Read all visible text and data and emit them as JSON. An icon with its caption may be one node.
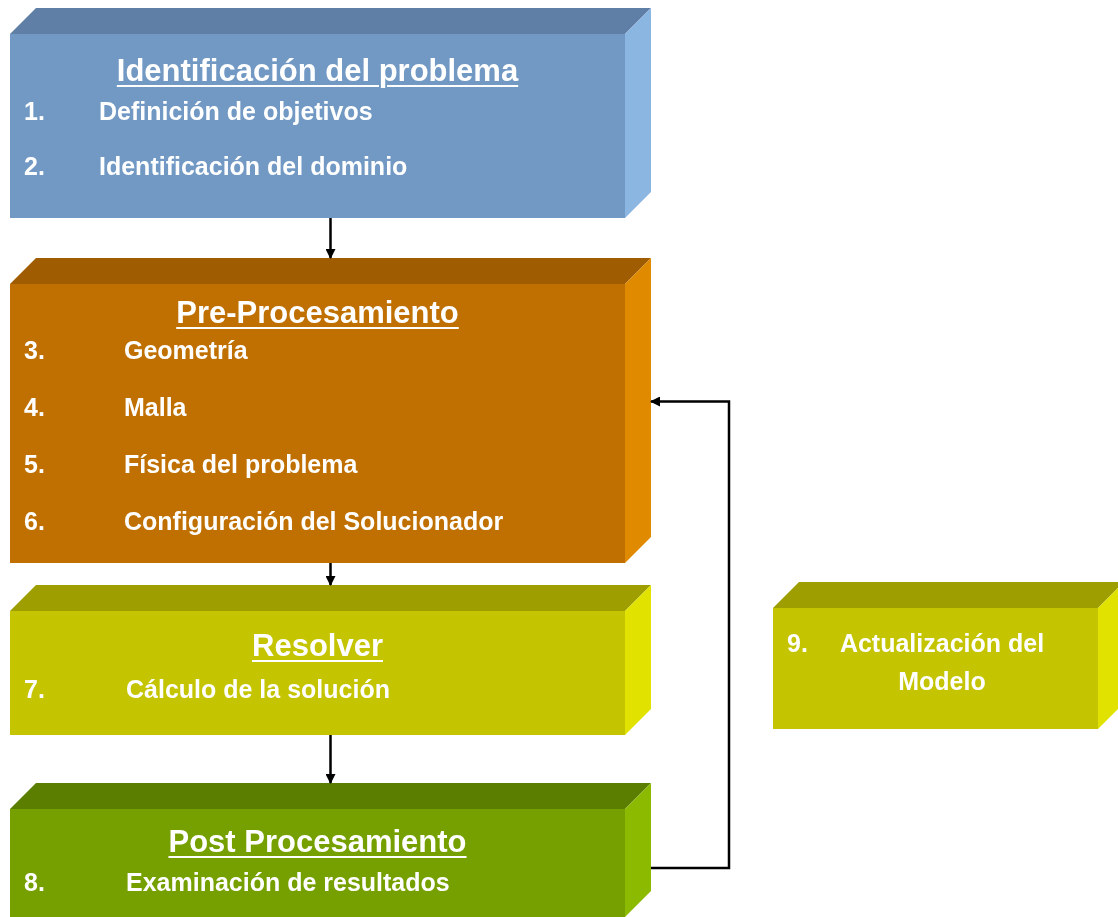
{
  "diagram": {
    "nodes": [
      {
        "text": [
          "Identificación del problema",
          "1.",
          "Definición de  objetivos",
          "2.",
          "Identificación del dominio"
        ]
      },
      {
        "text": [
          "Pre-Procesamiento",
          "3.",
          "Geometría",
          "4.",
          "Malla",
          "5.",
          "Física del problema",
          "6.",
          "Configuración del Solucionador"
        ]
      },
      {
        "text": [
          "Resolver",
          "7.",
          "Cálculo de la solución"
        ]
      },
      {
        "text": [
          "Post Procesamiento",
          "8.",
          "Examinación de resultados"
        ]
      },
      {
        "text": [
          "9.",
          "Actualización del Modelo"
        ]
      }
    ],
    "edges": [
      {
        "from": 0,
        "to": 1,
        "arrow": "to"
      },
      {
        "from": 1,
        "to": 2,
        "arrow": "to"
      },
      {
        "from": 2,
        "to": 3,
        "arrow": "to"
      },
      {
        "from": 3,
        "to": 1,
        "arrow": "to"
      }
    ]
  }
}
